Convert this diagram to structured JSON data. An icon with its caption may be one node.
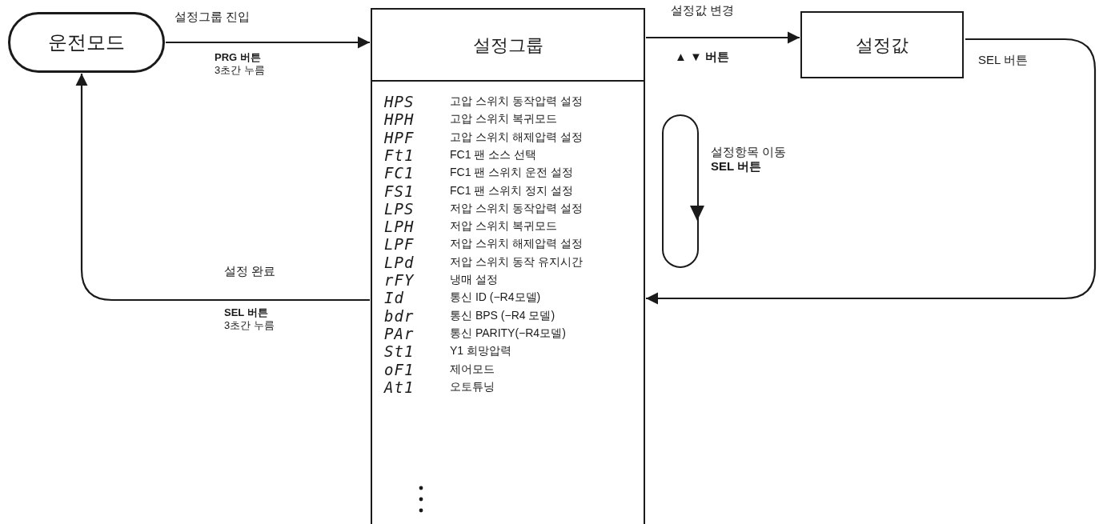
{
  "diagram": {
    "nodes": [
      {
        "text": [
          "운전모드"
        ]
      },
      {
        "text": [
          "설정그룹"
        ]
      },
      {
        "text": [
          "설정값"
        ]
      }
    ],
    "edges": [
      {
        "from": 0,
        "to": 1,
        "arrow": "to",
        "label": "설정그룹 진입"
      },
      {
        "from": 1,
        "to": 2,
        "arrow": "to",
        "label": "설정값 변경"
      },
      {
        "from": 2,
        "to": 1,
        "arrow": "to",
        "label": "SEL 버튼"
      },
      {
        "from": 1,
        "to": 0,
        "arrow": "to",
        "label": "설정 완료"
      }
    ],
    "labels": [
      "PRG 버튼",
      "3초간 누름",
      "▲ ▼ 버튼",
      "HPS",
      "고압 스위치 동작압력 설정",
      "HPH",
      "고압 스위치 복귀모드",
      "HPF",
      "고압 스위치 해제압력 설정",
      "Ft1",
      "FC1 팬 소스 선택",
      "FC1",
      "FC1 팬 스위치 운전 설정",
      "FS1",
      "FC1 팬 스위치 정지 설정",
      "LPS",
      "저압 스위치 동작압력 설정",
      "LPH",
      "저압 스위치 복귀모드",
      "LPF",
      "저압 스위치 해제압력 설정",
      "LPd",
      "저압 스위치 동작 유지시간",
      "rFY",
      "냉매 설정",
      "Id",
      "통신 ID (−R4모델)",
      "bdr",
      "통신 BPS (−R4 모델)",
      "PAr",
      "통신 PARITY(−R4모델)",
      "St1",
      "Y1 희망압력",
      "oF1",
      "제어모드",
      "At1",
      "오토튜닝",
      "설정항목 이동",
      "SEL 버튼",
      "SEL 버튼",
      "3초간 누름"
    ]
  }
}
